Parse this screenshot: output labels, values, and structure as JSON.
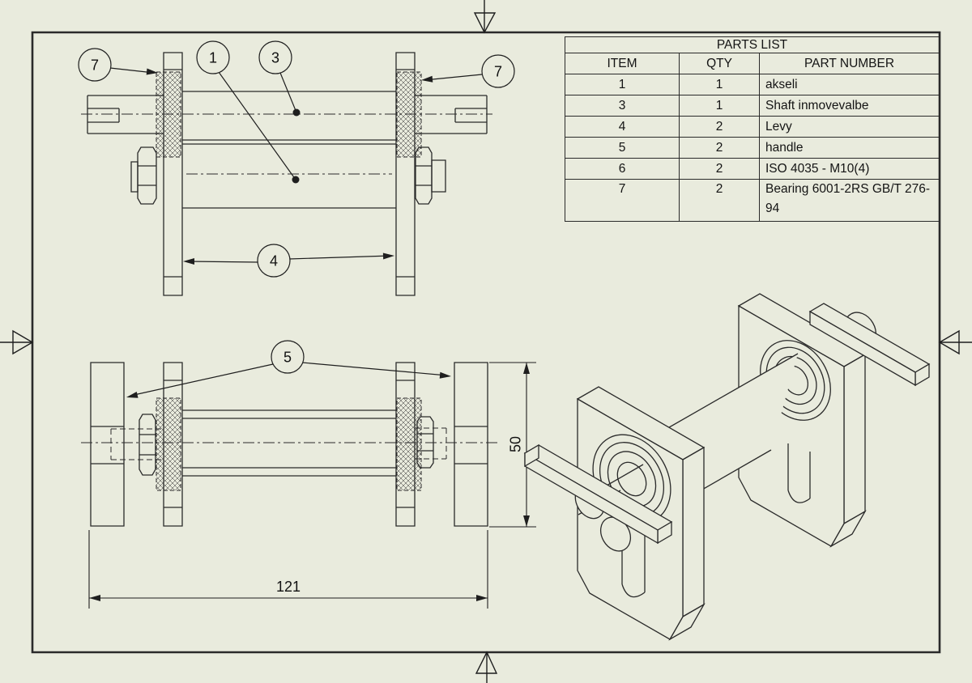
{
  "colors": {
    "background": "#e9ebdd",
    "line": "#2a2a2a",
    "text": "#141414"
  },
  "parts_list": {
    "title": "PARTS LIST",
    "columns": [
      "ITEM",
      "QTY",
      "PART NUMBER"
    ],
    "rows": [
      {
        "item": "1",
        "qty": "1",
        "part_number": "akseli"
      },
      {
        "item": "3",
        "qty": "1",
        "part_number": "Shaft inmovevalbe"
      },
      {
        "item": "4",
        "qty": "2",
        "part_number": "Levy"
      },
      {
        "item": "5",
        "qty": "2",
        "part_number": "handle"
      },
      {
        "item": "6",
        "qty": "2",
        "part_number": "ISO 4035 - M10(4)"
      },
      {
        "item": "7",
        "qty": "2",
        "part_number": "Bearing 6001-2RS GB/T 276-94"
      }
    ]
  },
  "balloons": {
    "akseli": "1",
    "shaft_inmovevalbe": "3",
    "levy": "4",
    "handle": "5",
    "bearing": "7"
  },
  "dimensions": {
    "overall_length": "121",
    "height": "50"
  }
}
